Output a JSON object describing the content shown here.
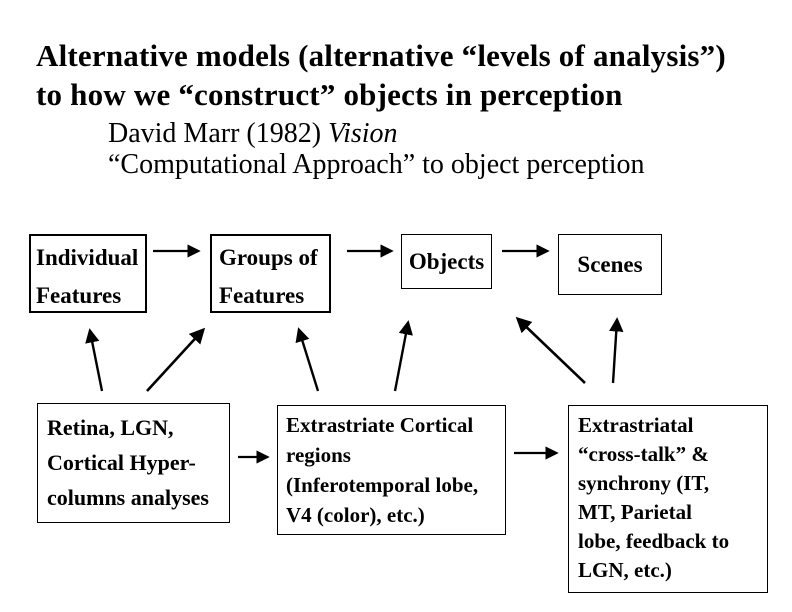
{
  "slide": {
    "title_line1": "Alternative models (alternative “levels of analysis”)",
    "title_line2": "to how we “construct” objects in perception",
    "subtitle_line1_normal": "David Marr (1982) ",
    "subtitle_line1_italic": "Vision",
    "subtitle_line2": "“Computational Approach” to object perception"
  },
  "diagram": {
    "top_row": [
      {
        "id": "individual-features",
        "lines": [
          "Individual",
          "Features"
        ]
      },
      {
        "id": "groups-of-features",
        "lines": [
          "Groups of",
          "Features"
        ]
      },
      {
        "id": "objects",
        "lines": [
          "Objects"
        ]
      },
      {
        "id": "scenes",
        "lines": [
          "Scenes"
        ]
      }
    ],
    "bottom_row": [
      {
        "id": "retina-lgn",
        "lines": [
          "Retina, LGN,",
          "Cortical Hyper-",
          "columns analyses"
        ]
      },
      {
        "id": "extrastriate-cortical",
        "lines": [
          "Extrastriate Cortical",
          "regions",
          "(Inferotemporal lobe,",
          "V4 (color), etc.)"
        ]
      },
      {
        "id": "extrastriatal-crosstalk",
        "lines": [
          "Extrastriatal",
          "“cross-talk” &",
          "synchrony (IT,",
          "MT, Parietal",
          "lobe, feedback to",
          "LGN, etc.)"
        ]
      }
    ],
    "connections": [
      "individual-features -> groups-of-features",
      "groups-of-features -> objects",
      "objects -> scenes",
      "retina-lgn -> extrastriate-cortical",
      "extrastriate-cortical -> extrastriatal-crosstalk",
      "retina-lgn -> individual-features",
      "retina-lgn -> groups-of-features",
      "extrastriate-cortical -> groups-of-features",
      "extrastriate-cortical -> objects",
      "extrastriatal-crosstalk -> objects/scenes",
      "extrastriatal-crosstalk -> scenes"
    ]
  },
  "colors": {
    "background": "#ffffff",
    "text": "#000000",
    "box_border": "#000000",
    "arrow": "#000000"
  }
}
